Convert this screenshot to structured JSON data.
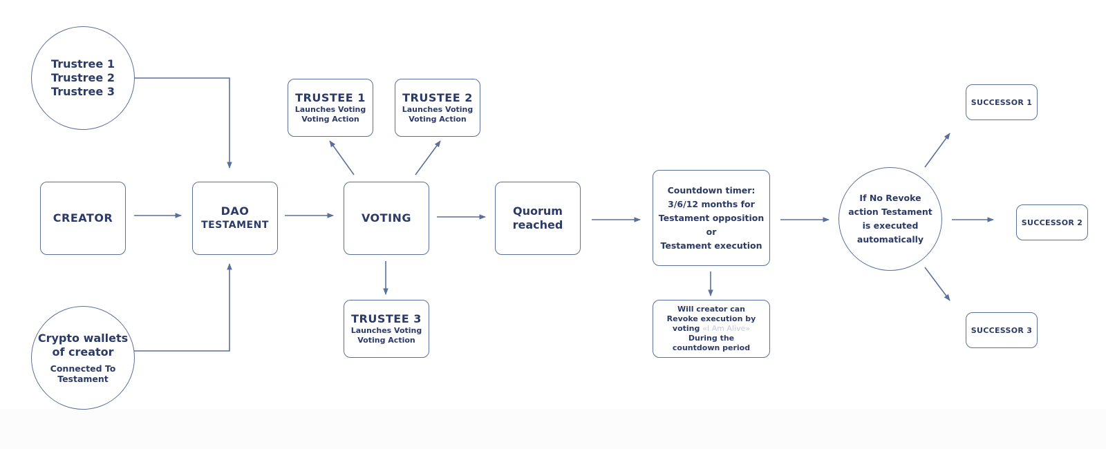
{
  "diagram": {
    "title": "DAO Testament flow",
    "colors": {
      "stroke": "#5a6f99",
      "text": "#2b3a67",
      "background": "#ffffff"
    },
    "nodes": {
      "trustees_circle": {
        "lines": [
          "Trustree 1",
          "Trustree 2",
          "Trustree 3"
        ]
      },
      "creator": {
        "label": "CREATOR"
      },
      "dao_testament": {
        "line1": "DAO",
        "line2": "TESTAMENT"
      },
      "wallets_circle": {
        "title1": "Crypto wallets",
        "title2": "of creator",
        "sub1": "Connected To",
        "sub2": "Testament"
      },
      "trustee1": {
        "title": "TRUSTEE 1",
        "line1": "Launches Voting",
        "line2": "Voting Action"
      },
      "trustee2": {
        "title": "TRUSTEE 2",
        "line1": "Launches Voting",
        "line2": "Voting Action"
      },
      "trustee3": {
        "title": "TRUSTEE 3",
        "line1": "Launches Voting",
        "line2": "Voting Action"
      },
      "voting": {
        "label": "VOTING"
      },
      "quorum": {
        "line1": "Quorum",
        "line2": "reached"
      },
      "countdown": {
        "lines": [
          "Countdown timer:",
          "3/6/12 months for",
          "Testament opposition",
          "or",
          "Testament execution"
        ]
      },
      "revoke": {
        "line1": "Will creator can",
        "line2": "Revoke execution by",
        "line3_prefix": "voting",
        "line3_faint": "«I Am Alive»",
        "line4": "During the",
        "line5": "countdown period"
      },
      "auto_execute": {
        "lines": [
          "If No Revoke",
          "action Testament",
          "is executed",
          "automatically"
        ]
      },
      "successor1": {
        "label": "SUCCESSOR 1"
      },
      "successor2": {
        "label": "SUCCESSOR 2"
      },
      "successor3": {
        "label": "SUCCESSOR 3"
      }
    },
    "edges": [
      {
        "from": "trustees_circle",
        "to": "dao_testament"
      },
      {
        "from": "wallets_circle",
        "to": "dao_testament"
      },
      {
        "from": "creator",
        "to": "dao_testament"
      },
      {
        "from": "dao_testament",
        "to": "voting"
      },
      {
        "from": "voting",
        "to": "trustee1"
      },
      {
        "from": "voting",
        "to": "trustee2"
      },
      {
        "from": "voting",
        "to": "trustee3"
      },
      {
        "from": "voting",
        "to": "quorum"
      },
      {
        "from": "quorum",
        "to": "countdown"
      },
      {
        "from": "countdown",
        "to": "revoke"
      },
      {
        "from": "countdown",
        "to": "auto_execute"
      },
      {
        "from": "auto_execute",
        "to": "successor1"
      },
      {
        "from": "auto_execute",
        "to": "successor2"
      },
      {
        "from": "auto_execute",
        "to": "successor3"
      }
    ]
  }
}
